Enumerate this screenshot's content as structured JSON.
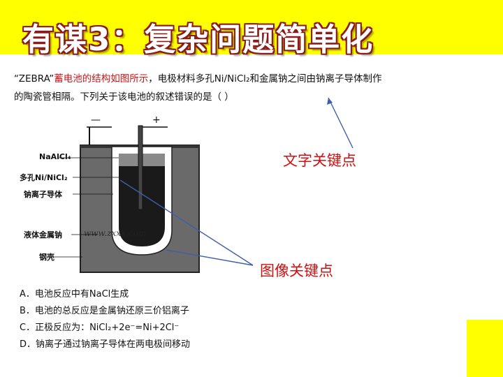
{
  "title": "有谋3：复杂问题简单化",
  "question": {
    "quote": "“ZEBRA”",
    "red_part": "蓄电池的结构如图所示",
    "line1_rest": "，电极材料多孔Ni/NiCl₂和金属钠之间由钠离子导体制作",
    "line2": "的陶瓷管相隔。下列关于该电池的叙述错误的是（    ）"
  },
  "diagram": {
    "minus": "—",
    "plus": "+",
    "labels": [
      "NaAlCl₄",
      "多孔Ni/NiCl₂",
      "钠离子导体",
      "液体金属钠",
      "钢壳"
    ],
    "watermark": "www.zxxk.com"
  },
  "callouts": {
    "text_key": "文字关键点",
    "image_key": "图像关键点"
  },
  "options": [
    "A．电池反应中有NaCl生成",
    "B．电池的总反应是金属钠还原三价铝离子",
    "C．正极反应为：NiCl₂+2e⁻=Ni+2Cl⁻",
    "D．钠离子通过钠离子导体在两电极间移动"
  ],
  "colors": {
    "band": "#ffff00",
    "title_outline": "#8b1a1a",
    "callout": "#d01010",
    "arrow": "#3d5fa8"
  }
}
